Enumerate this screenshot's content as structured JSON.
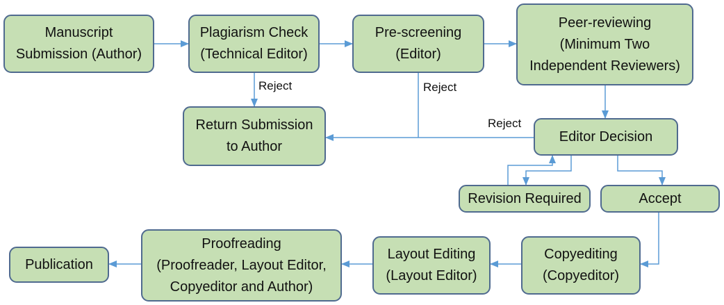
{
  "colors": {
    "box_fill": "#c6dfb4",
    "box_border": "#4f6a8f",
    "arrow": "#5b9bd5",
    "text": "#111111"
  },
  "nodes": {
    "manuscript_submission": {
      "lines": [
        "Manuscript",
        "Submission (Author)"
      ]
    },
    "plagiarism_check": {
      "lines": [
        "Plagiarism Check",
        "(Technical Editor)"
      ]
    },
    "pre_screening": {
      "lines": [
        "Pre-screening",
        "(Editor)"
      ]
    },
    "peer_reviewing": {
      "lines": [
        "Peer-reviewing",
        "(Minimum Two",
        "Independent Reviewers)"
      ]
    },
    "return_submission": {
      "lines": [
        "Return Submission",
        "to Author"
      ]
    },
    "editor_decision": {
      "lines": [
        "Editor Decision"
      ]
    },
    "revision_required": {
      "lines": [
        "Revision Required"
      ]
    },
    "accept": {
      "lines": [
        "Accept"
      ]
    },
    "copyediting": {
      "lines": [
        "Copyediting",
        "(Copyeditor)"
      ]
    },
    "layout_editing": {
      "lines": [
        "Layout Editing",
        "(Layout Editor)"
      ]
    },
    "proofreading": {
      "lines": [
        "Proofreading",
        "(Proofreader, Layout Editor,",
        "Copyeditor and Author)"
      ]
    },
    "publication": {
      "lines": [
        "Publication"
      ]
    }
  },
  "edge_labels": {
    "reject_plagiarism": "Reject",
    "reject_prescreening": "Reject",
    "reject_editor": "Reject"
  }
}
